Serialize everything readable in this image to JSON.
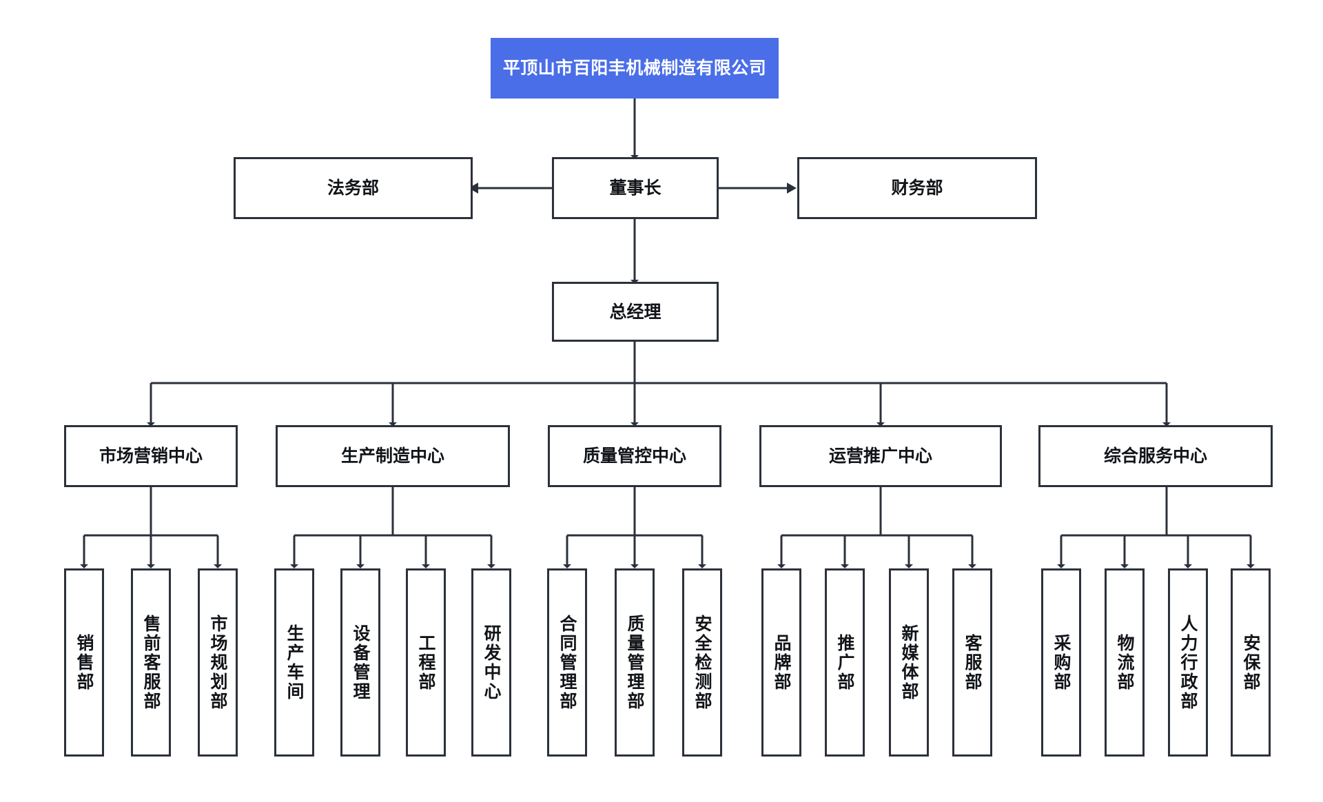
{
  "chart": {
    "title": "平顶山市百阳丰机械制造有限公司",
    "type": "org-chart",
    "background_color": "#ffffff",
    "accent_color": "#4a6ee8",
    "border_color": "#2b313b",
    "text_color": "#111418"
  },
  "root": {
    "label": "平顶山市百阳丰机械制造有限公司"
  },
  "executive": {
    "chairman": "董事长",
    "legal": "法务部",
    "finance": "财务部",
    "general_manager": "总经理"
  },
  "centers": [
    {
      "label": "市场营销中心",
      "departments": [
        "销售部",
        "售前客服部",
        "市场规划部"
      ]
    },
    {
      "label": "生产制造中心",
      "departments": [
        "生产车间",
        "设备管理",
        "工程部",
        "研发中心"
      ]
    },
    {
      "label": "质量管控中心",
      "departments": [
        "合同管理部",
        "质量管理部",
        "安全检测部"
      ]
    },
    {
      "label": "运营推广中心",
      "departments": [
        "品牌部",
        "推广部",
        "新媒体部",
        "客服部"
      ]
    },
    {
      "label": "综合服务中心",
      "departments": [
        "采购部",
        "物流部",
        "人力行政部",
        "安保部"
      ]
    }
  ]
}
